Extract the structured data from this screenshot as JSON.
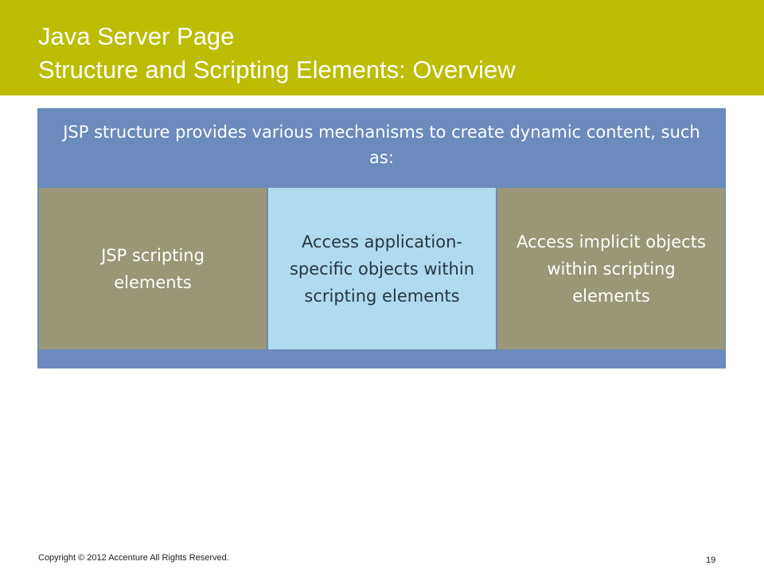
{
  "slide": {
    "title_line1": "Java Server Page",
    "title_line2": "Structure and Scripting Elements: Overview"
  },
  "diagram": {
    "heading": "JSP structure provides various mechanisms to create dynamic content, such as:",
    "items": [
      {
        "label": "JSP scripting elements"
      },
      {
        "label": "Access application-specific objects within scripting elements"
      },
      {
        "label": "Access implicit objects within scripting elements"
      }
    ]
  },
  "footer": {
    "copyright": "Copyright © 2012 Accenture  All Rights Reserved.",
    "page_number": "19"
  },
  "colors": {
    "title_bar": "#bcbd00",
    "panel": "#6b8abd",
    "box_olive": "#9a9779",
    "box_light_blue": "#aedcee"
  }
}
